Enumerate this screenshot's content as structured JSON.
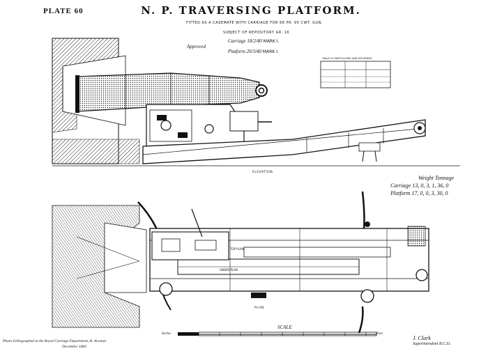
{
  "plate_number": "PLATE 60",
  "title": "N. P. TRAVERSING PLATFORM.",
  "subtitle": "FITTED AS A CASEMATE WITH CARRIAGE FOR 68 PR. 95 CWT. GUN.",
  "authority": "SUBJECT OF REPOSITORY GR. 16",
  "approved_label": "Approved",
  "carriage_approval": {
    "label": "Carriage",
    "text": "18/2/40",
    "mark": "MARK I."
  },
  "platform_approval": {
    "label": "Platform",
    "text": "20/3/40",
    "mark": "MARK I."
  },
  "table_title": "TABLE OF PARTICULARS AND MOVEMENT",
  "views": {
    "elevation": "ELEVATION.",
    "plan": "PLAN.",
    "top_plan": "TOP PLAN",
    "under_plan": "UNDER PLAN"
  },
  "weight_table": {
    "header": "Weight Tonnage",
    "rows": [
      {
        "label": "Carriage",
        "value": "13, 0, 3, 1, 36, 0"
      },
      {
        "label": "Platform",
        "value": "17, 0, 0, 3, 30, 0"
      }
    ]
  },
  "scale": {
    "label": "SCALE",
    "left_unit": "Inches",
    "right_unit": "Feet"
  },
  "credit": {
    "line1": "Photo-Lithographed at the Royal Carriage Department, R. Arsenal.",
    "date": "December 1866"
  },
  "signature": {
    "name": "J. Clark",
    "title": "Superintendent R.C.D."
  },
  "colors": {
    "ink": "#111111",
    "paper": "#ffffff",
    "hatch": "#222222"
  }
}
